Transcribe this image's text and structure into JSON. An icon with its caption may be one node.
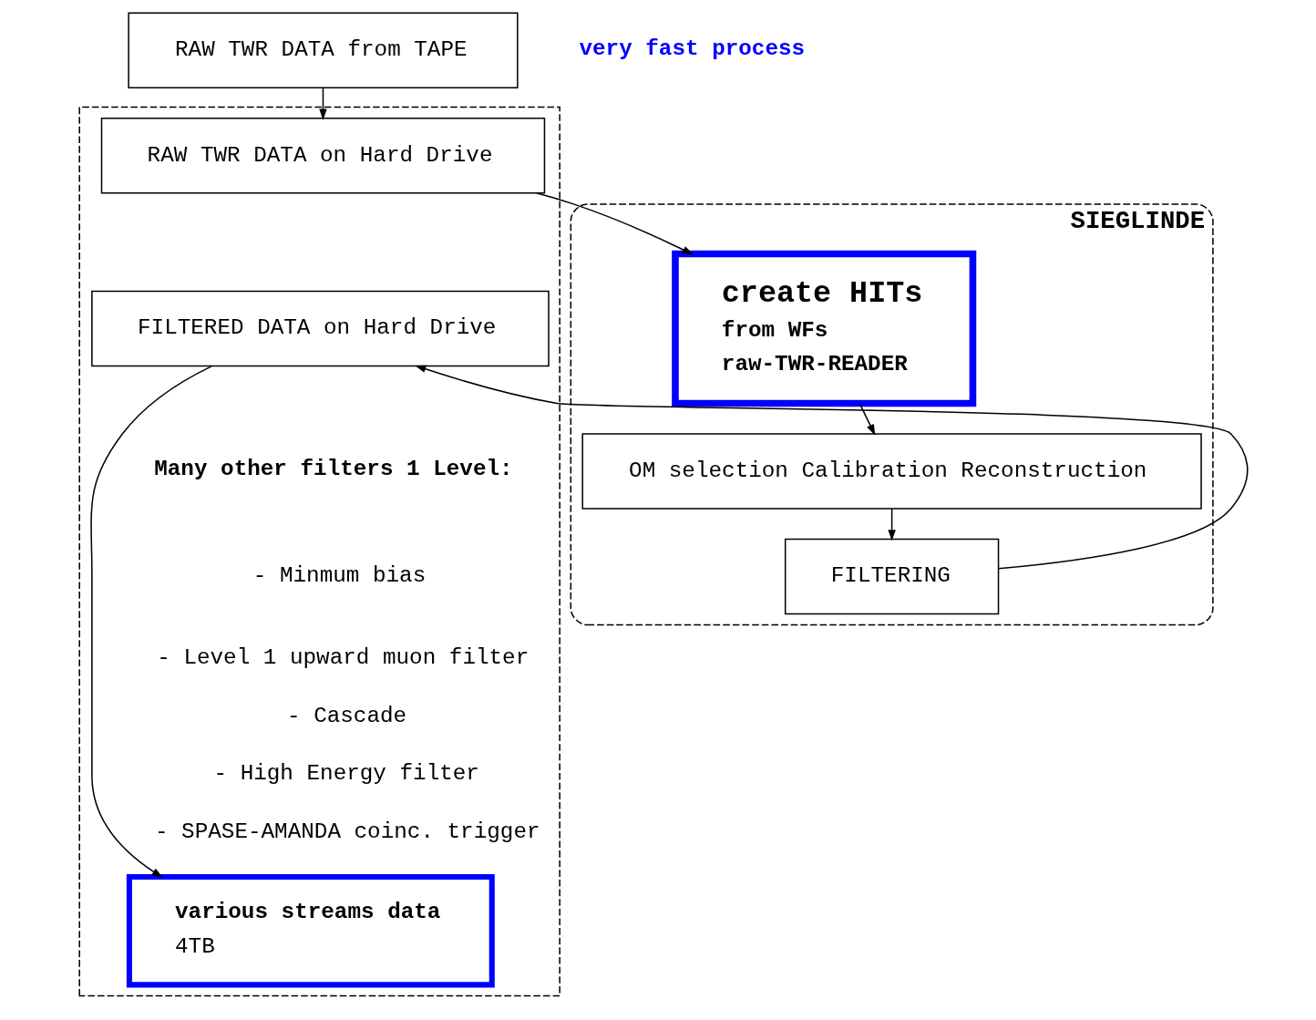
{
  "diagram": {
    "nodes": [
      {
        "text": [
          "RAW TWR DATA from TAPE"
        ]
      },
      {
        "text": [],
        "shape": "box"
      },
      {
        "text": [
          "RAW TWR DATA on Hard Drive"
        ],
        "in": 1
      },
      {
        "text": [
          "FILTERED DATA on Hard Drive"
        ],
        "in": 1
      },
      {
        "text": [
          "various streams data",
          "4TB"
        ],
        "in": 1
      },
      {
        "text": [
          "SIEGLINDE"
        ]
      },
      {
        "text": [
          "create HITs",
          "from WFs",
          "raw-TWR-READER"
        ],
        "in": 5
      },
      {
        "text": [
          "OM selection Calibration Reconstruction"
        ],
        "in": 5
      },
      {
        "text": [
          "FILTERING"
        ],
        "in": 5
      }
    ],
    "edges": [
      {
        "from": 0,
        "to": 2,
        "arrow": "to"
      },
      {
        "from": 2,
        "to": 6,
        "arrow": "to"
      },
      {
        "from": 6,
        "to": 7,
        "arrow": "to"
      },
      {
        "from": 7,
        "to": 8,
        "arrow": "to"
      },
      {
        "from": 8,
        "to": 3,
        "arrow": "to"
      },
      {
        "from": 3,
        "to": 4,
        "arrow": "to"
      }
    ],
    "labels": [
      "Many other filters 1 Level:",
      "- Minmum bias",
      "- Level 1 upward muon filter",
      "- Cascade",
      "- High Energy filter",
      "- SPASE-AMANDA coinc. trigger",
      "very fast process"
    ]
  }
}
